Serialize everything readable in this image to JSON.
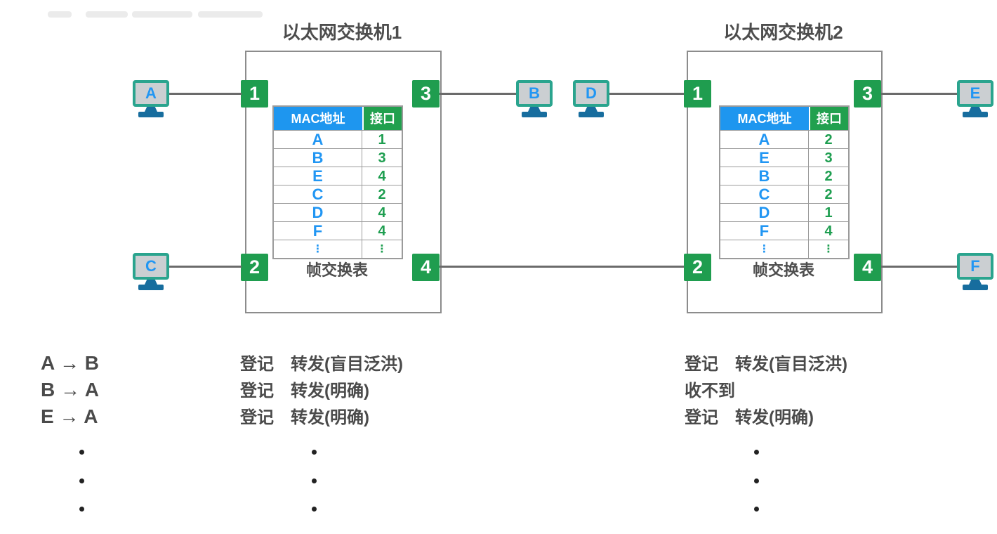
{
  "diagram": {
    "switch1": {
      "title": "以太网交换机1",
      "ports": {
        "p1": "1",
        "p2": "2",
        "p3": "3",
        "p4": "4"
      },
      "table": {
        "header_mac": "MAC地址",
        "header_port": "接口",
        "rows": [
          {
            "mac": "A",
            "port": "1"
          },
          {
            "mac": "B",
            "port": "3"
          },
          {
            "mac": "E",
            "port": "4"
          },
          {
            "mac": "C",
            "port": "2"
          },
          {
            "mac": "D",
            "port": "4"
          },
          {
            "mac": "F",
            "port": "4"
          },
          {
            "mac": "⋮",
            "port": "⋮"
          }
        ],
        "caption": "帧交换表"
      }
    },
    "switch2": {
      "title": "以太网交换机2",
      "ports": {
        "p1": "1",
        "p2": "2",
        "p3": "3",
        "p4": "4"
      },
      "table": {
        "header_mac": "MAC地址",
        "header_port": "接口",
        "rows": [
          {
            "mac": "A",
            "port": "2"
          },
          {
            "mac": "E",
            "port": "3"
          },
          {
            "mac": "B",
            "port": "2"
          },
          {
            "mac": "C",
            "port": "2"
          },
          {
            "mac": "D",
            "port": "1"
          },
          {
            "mac": "F",
            "port": "4"
          },
          {
            "mac": "⋮",
            "port": "⋮"
          }
        ],
        "caption": "帧交换表"
      }
    },
    "hosts": {
      "A": "A",
      "B": "B",
      "C": "C",
      "D": "D",
      "E": "E",
      "F": "F"
    }
  },
  "scenarios": {
    "rows": [
      {
        "flow": "A → B",
        "switch1": "登记　转发(盲目泛洪)",
        "switch2": "登记　转发(盲目泛洪)"
      },
      {
        "flow": "B → A",
        "switch1": "登记　转发(明确)",
        "switch2": "收不到"
      },
      {
        "flow": "E → A",
        "switch1": "登记　转发(明确)",
        "switch2": "登记　转发(明确)"
      }
    ]
  },
  "colors": {
    "port_green": "#1f9d4f",
    "table_header_blue": "#1e96ef",
    "table_header_green": "#21a04e",
    "mac_text_blue": "#2196f3",
    "interface_text_green": "#1e9e50",
    "monitor_border_teal": "#2aa48e",
    "monitor_stand_blue": "#176d9e",
    "cable_gray": "#6b6b6b",
    "label_gray": "#4a4a4a"
  }
}
